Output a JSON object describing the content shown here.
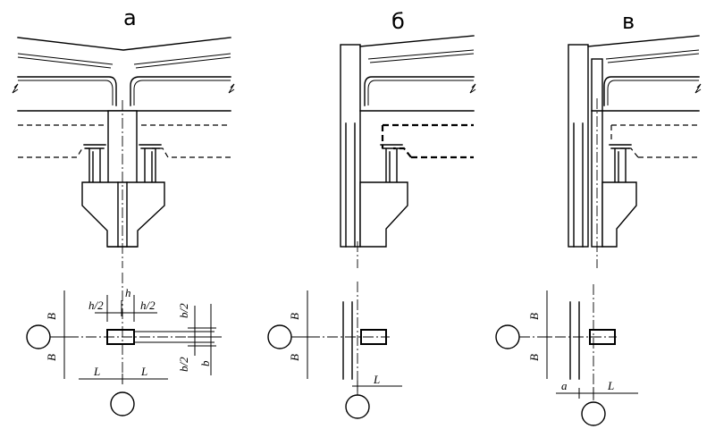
{
  "panels": {
    "a": {
      "label": "а"
    },
    "b": {
      "label": "б"
    },
    "c": {
      "label": "в"
    }
  },
  "dimensions": {
    "B": "B",
    "h": "h",
    "h_half": "h/2",
    "b": "b",
    "b_half": "b/2",
    "L": "L",
    "a": "a"
  }
}
